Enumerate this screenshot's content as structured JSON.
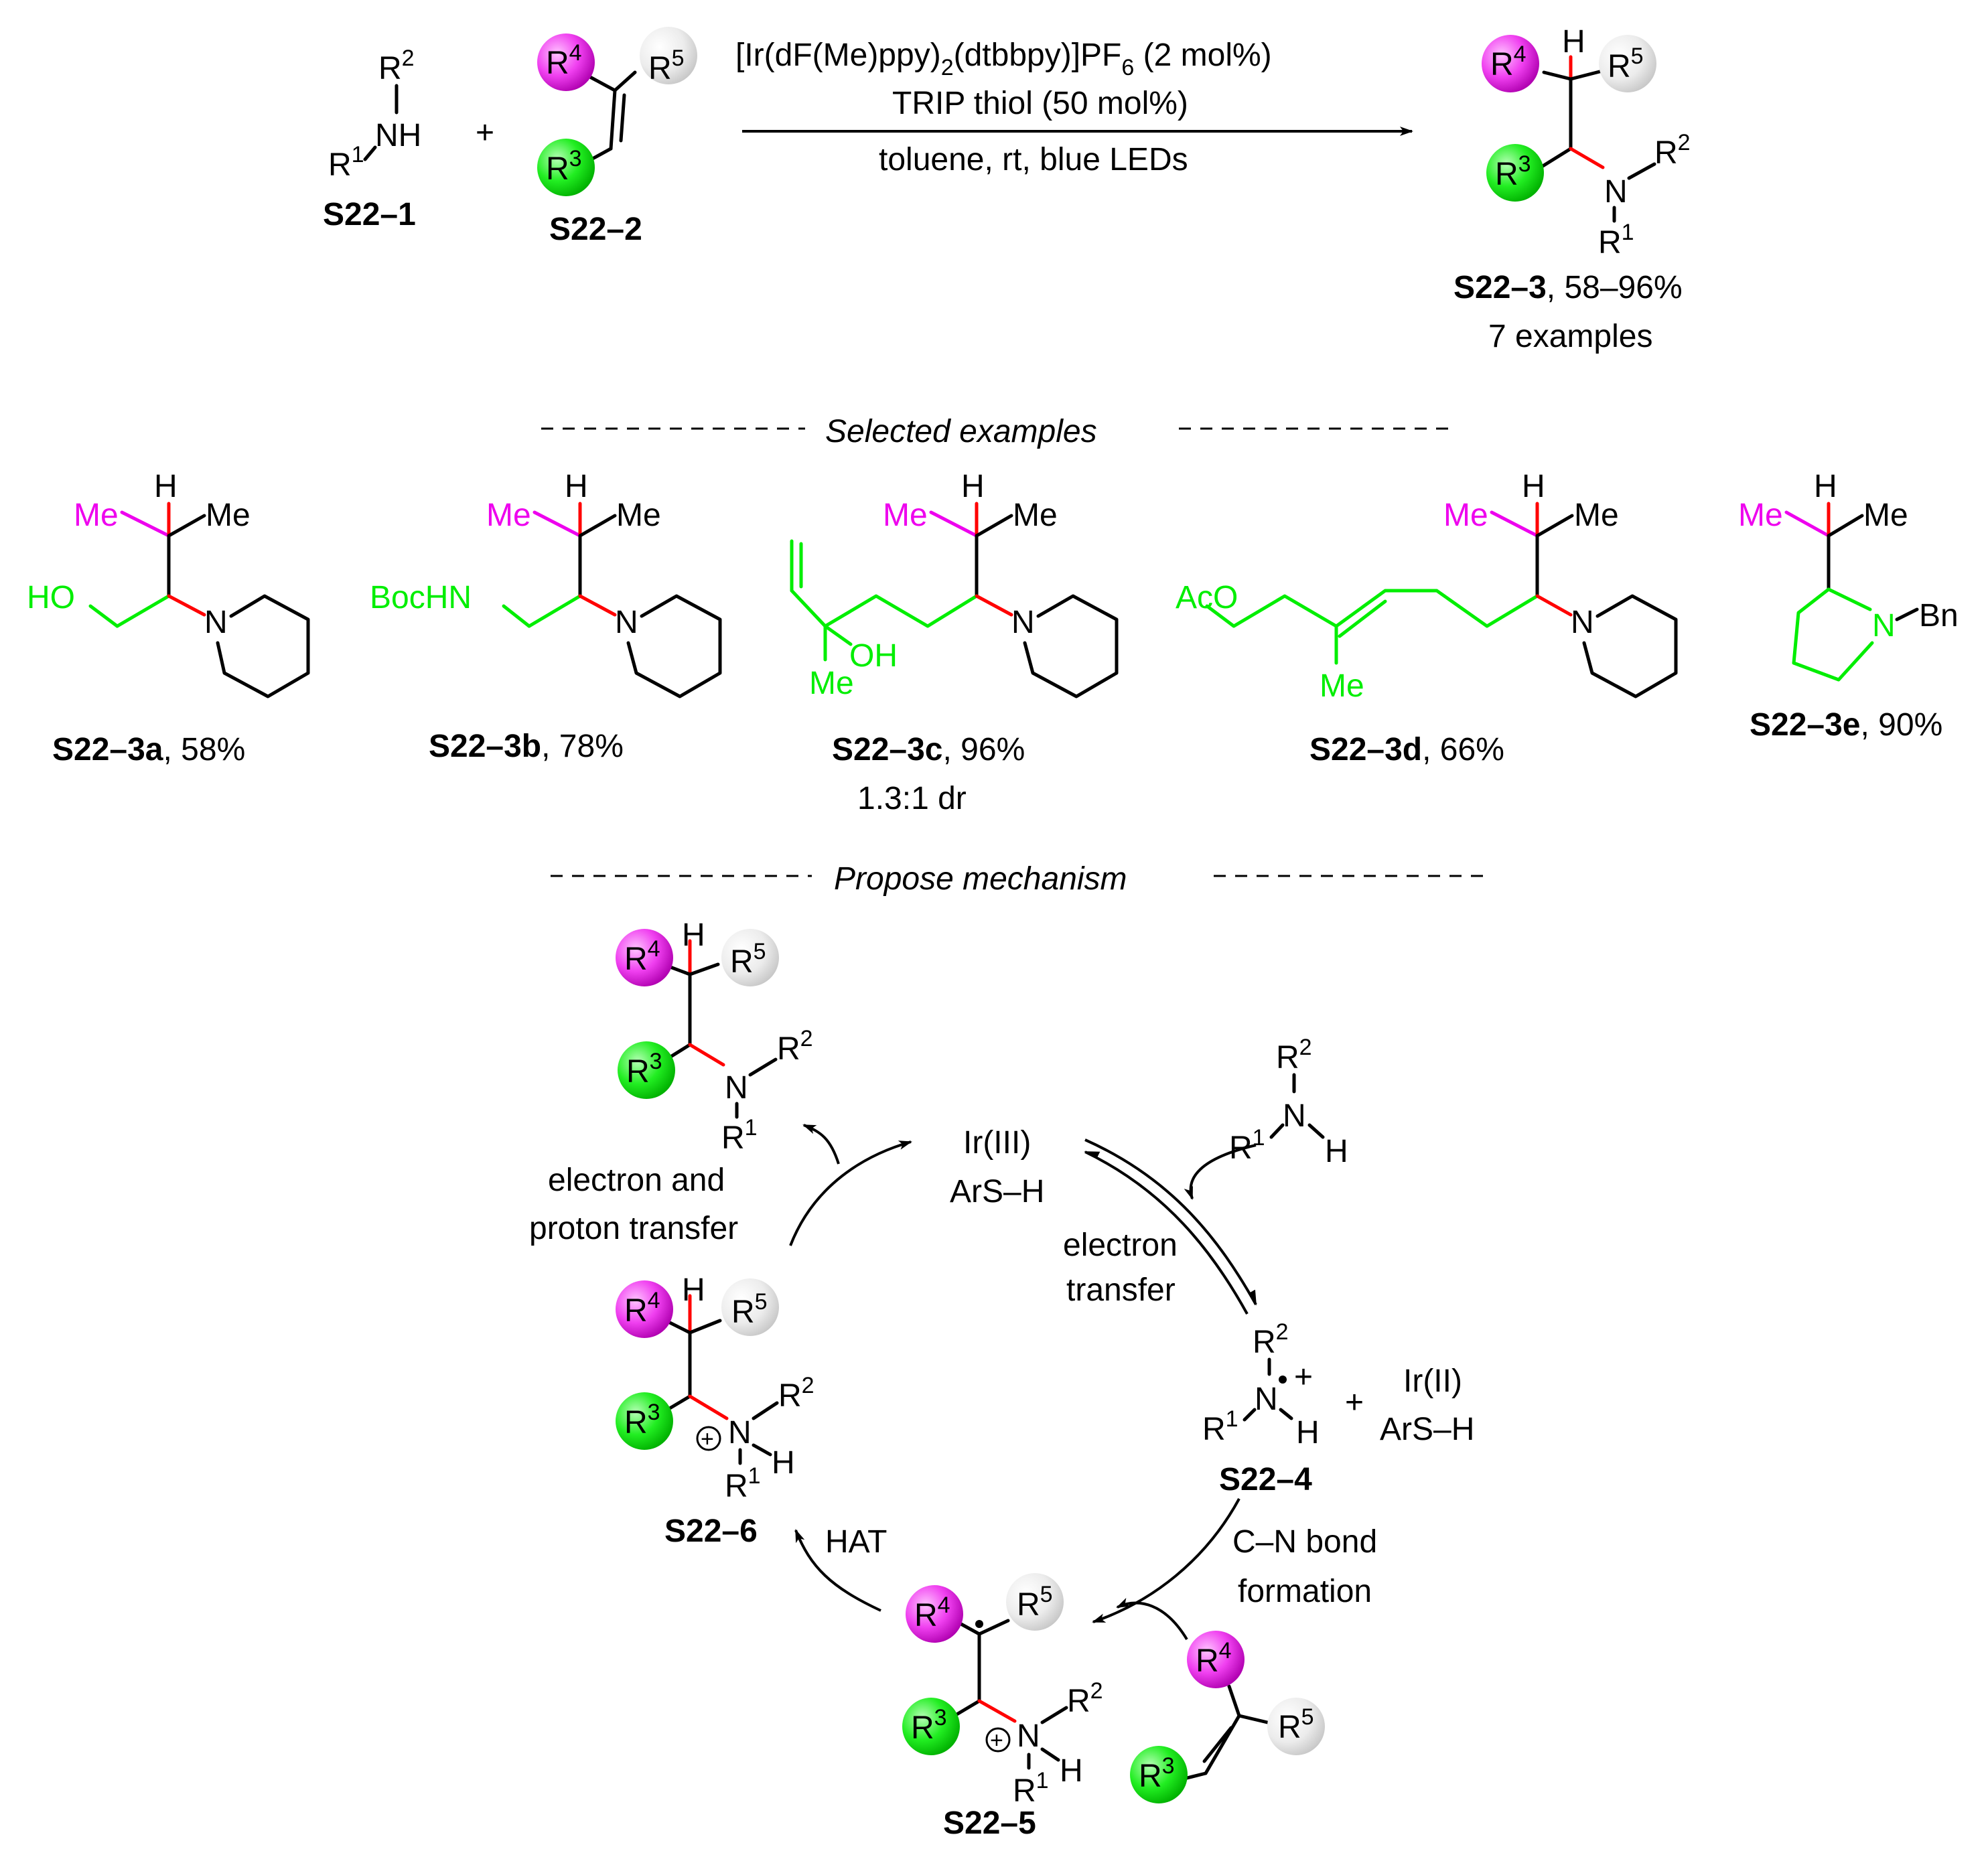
{
  "reaction": {
    "conditions_line1": "[Ir(dF(Me)ppy)",
    "conditions_sub1": "2",
    "conditions_line1b": "(dtbbpy)]PF",
    "conditions_sub2": "6",
    "conditions_line1c": " (2 mol%)",
    "conditions_line2": "TRIP thiol (50 mol%)",
    "conditions_line3": "toluene, rt, blue LEDs",
    "plus": "+",
    "reactant1_label": "S22–1",
    "reactant2_label": "S22–2",
    "product_label": "S22–3",
    "product_yield": ", 58–96%",
    "product_examples": "7 examples"
  },
  "sections": {
    "examples_header": "Selected examples",
    "mechanism_header": "Propose mechanism"
  },
  "examples": [
    {
      "label": "S22–3a",
      "yield": ", 58%",
      "note": ""
    },
    {
      "label": "S22–3b",
      "yield": ", 78%",
      "note": ""
    },
    {
      "label": "S22–3c",
      "yield": ", 96%",
      "note": "1.3:1 dr"
    },
    {
      "label": "S22–3d",
      "yield": ", 66%",
      "note": ""
    },
    {
      "label": "S22–3e",
      "yield": ", 90%",
      "note": ""
    }
  ],
  "substituents": {
    "me": "Me",
    "ho": "HO",
    "bochn": "BocHN",
    "oh": "OH",
    "aco": "AcO",
    "bn": "Bn",
    "n": "N",
    "h": "H"
  },
  "mechanism": {
    "catalyst_top_1": "Ir(III)",
    "catalyst_top_2": "ArS–H",
    "step_et": "electron",
    "step_et_2": "transfer",
    "step_ept_1": "electron and",
    "step_ept_2": "proton transfer",
    "step_cn_1": "C–N bond",
    "step_cn_2": "formation",
    "step_hat": "HAT",
    "cat_reduced_1": "Ir(II)",
    "cat_reduced_2": "ArS–H",
    "plus": "+",
    "int4_label": "S22–4",
    "int5_label": "S22–5",
    "int6_label": "S22–6"
  },
  "r_groups": {
    "r1": "R",
    "r2": "R",
    "r3": "R",
    "r4": "R",
    "r5": "R",
    "s1": "1",
    "s2": "2",
    "s3": "3",
    "s4": "4",
    "s5": "5"
  },
  "colors": {
    "green": "#00ee00",
    "magenta": "#ee00ee",
    "gray": "#e6e6e6",
    "red": "#ff0000"
  }
}
